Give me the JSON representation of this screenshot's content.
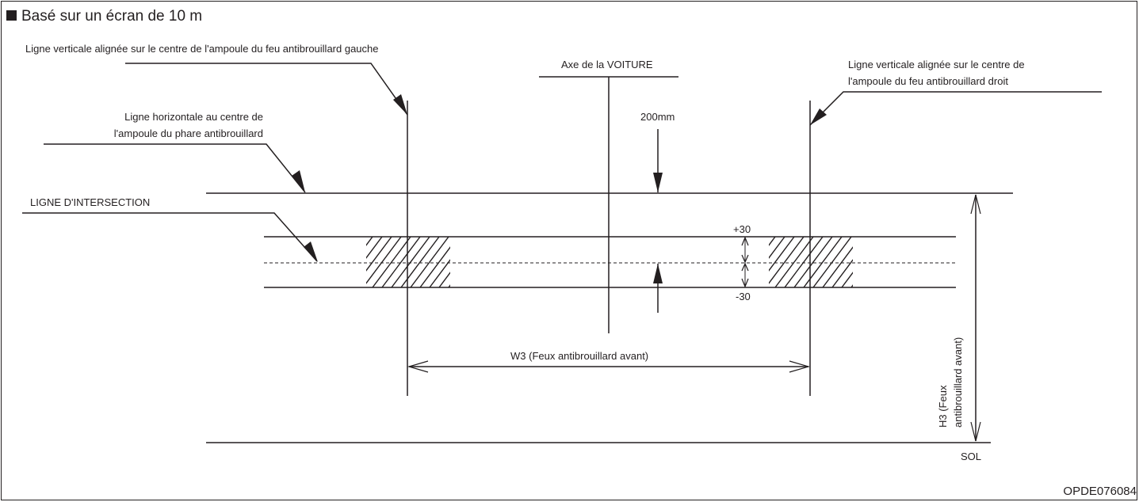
{
  "title": {
    "bullet_icon": "black-square-icon",
    "text": "Basé sur un écran de 10 m"
  },
  "labels": {
    "left_vertical": "Ligne verticale alignée sur le centre de l'ampoule du feu antibrouillard gauche",
    "car_axis": "Axe de la VOITURE",
    "right_vertical_line1": "Ligne verticale alignée sur le centre de",
    "right_vertical_line2": "l'ampoule du feu antibrouillard droit",
    "horizontal_line1": "Ligne horizontale au centre de",
    "horizontal_line2": "l'ampoule du phare antibrouillard",
    "cutoff": "LIGNE D'INTERSECTION",
    "offset_distance": "200mm",
    "plus_tolerance": "+30",
    "minus_tolerance": "-30",
    "width_dimension": "W3 (Feux antibrouillard avant)",
    "height_dimension_line1": "H3 (Feux",
    "height_dimension_line2": "antibrouillard avant)",
    "ground": "SOL",
    "figure_code": "OPDE076084"
  },
  "colors": {
    "ink": "#231f20",
    "background": "#ffffff"
  }
}
